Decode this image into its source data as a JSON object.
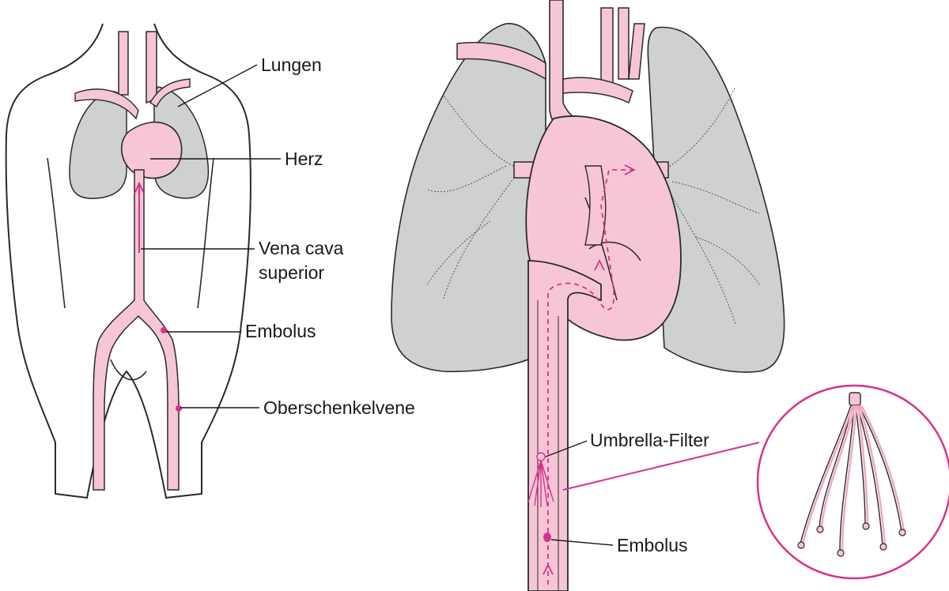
{
  "labels": {
    "lungen": "Lungen",
    "herz": "Herz",
    "vena_cava_line1": "Vena cava",
    "vena_cava_line2": "superior",
    "embolus_left": "Embolus",
    "oberschenkelvene": "Oberschenkelvene",
    "umbrella_filter": "Umbrella-Filter",
    "embolus_right": "Embolus"
  },
  "colors": {
    "vein_pink": "#f7c6d6",
    "vein_pink_dark": "#f0a8c0",
    "lung_gray": "#cfd0d1",
    "outline": "#2a2a2a",
    "magenta": "#d6338a",
    "background": "#ffffff"
  }
}
